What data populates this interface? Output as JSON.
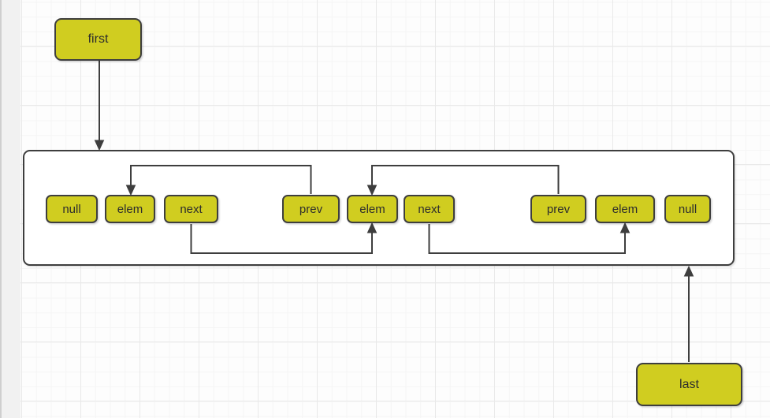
{
  "colors": {
    "shape_fill": "#d0cd20",
    "shape_border": "#3e3e3e",
    "connector": "#3e3e3e",
    "label_text": "#2d2d2d",
    "canvas_bg": "#fdfdfd",
    "gutter_bg": "#f1f1f1"
  },
  "pointer_first": {
    "label": "first"
  },
  "pointer_last": {
    "label": "last"
  },
  "nodes": [
    {
      "prev": "null",
      "elem": "elem",
      "next": "next"
    },
    {
      "prev": "prev",
      "elem": "elem",
      "next": "next"
    },
    {
      "prev": "prev",
      "elem": "elem",
      "next": "null"
    }
  ]
}
